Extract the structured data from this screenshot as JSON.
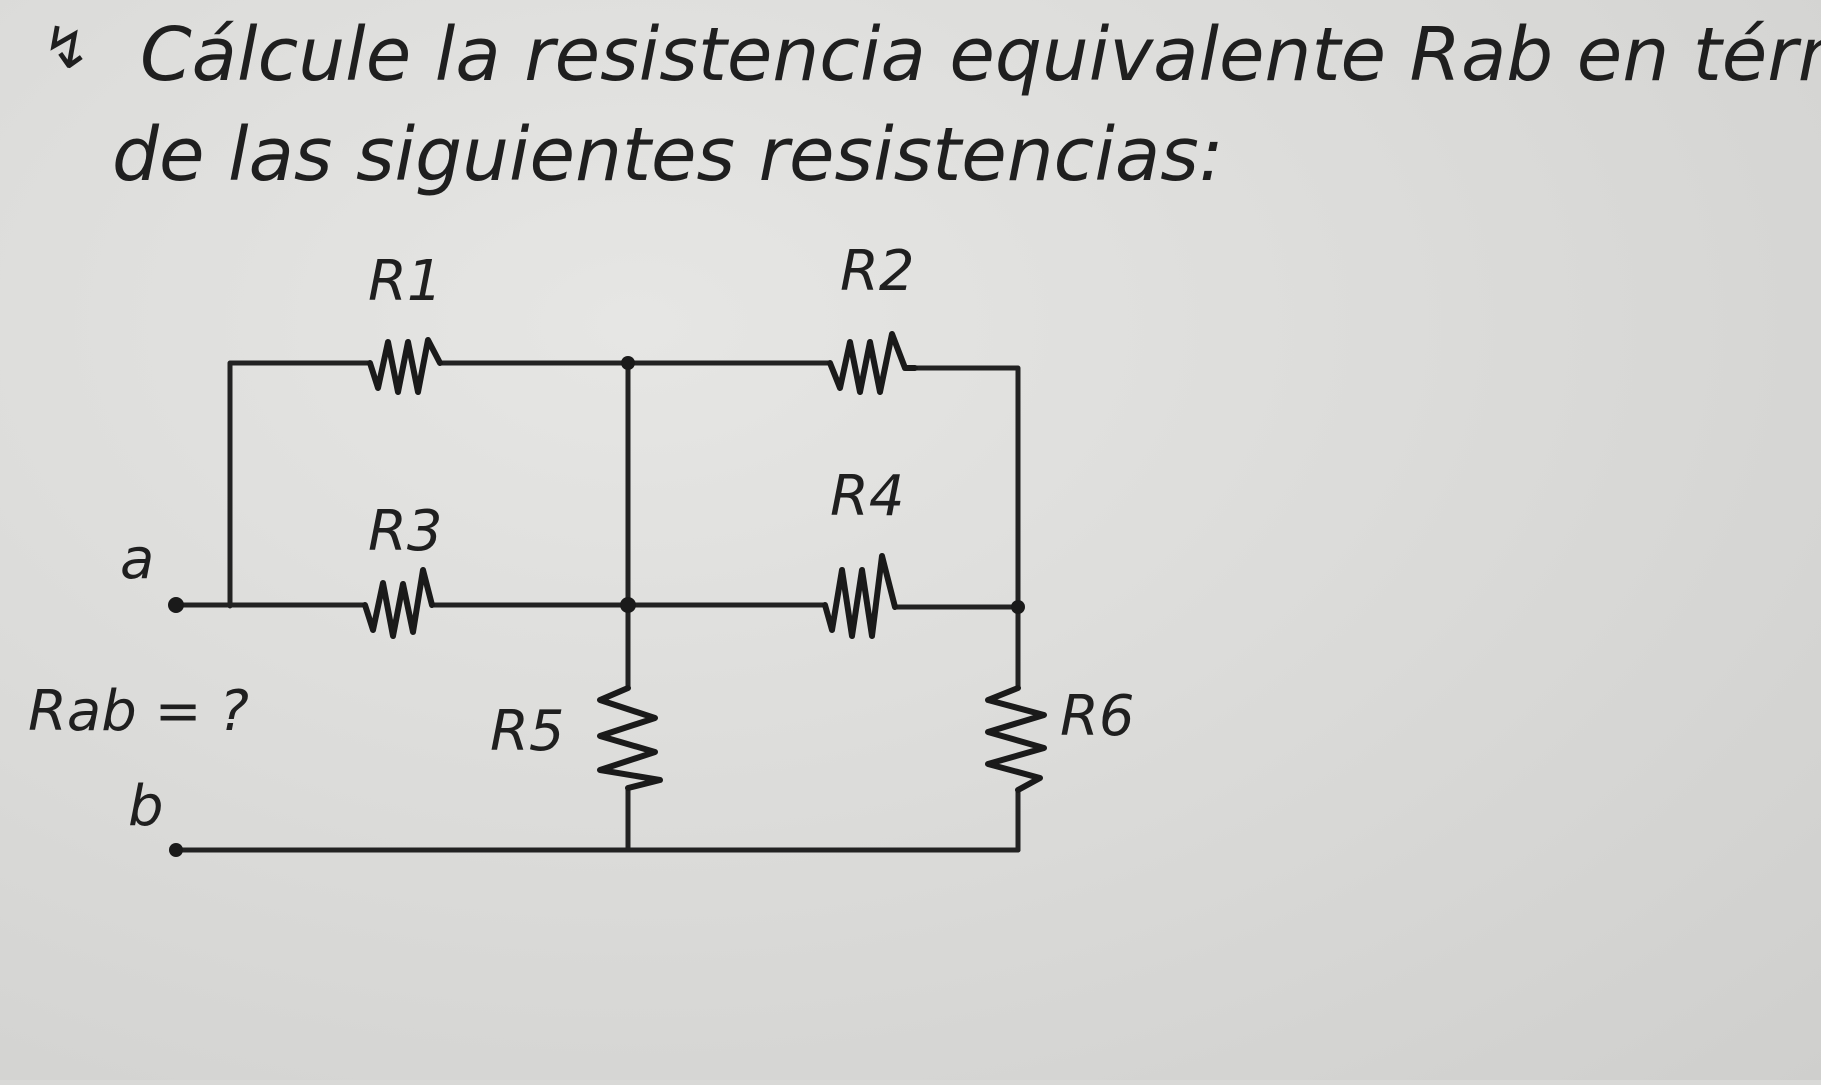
{
  "problem": {
    "line1": "Cálcule la resistencia equivalente Rab en términos",
    "line2": "de las siguientes resistencias:"
  },
  "circuit": {
    "resistors": {
      "r1": "R1",
      "r2": "R2",
      "r3": "R3",
      "r4": "R4",
      "r5": "R5",
      "r6": "R6"
    },
    "terminal_a": "a",
    "terminal_b": "b",
    "question": "Rab = ?"
  }
}
